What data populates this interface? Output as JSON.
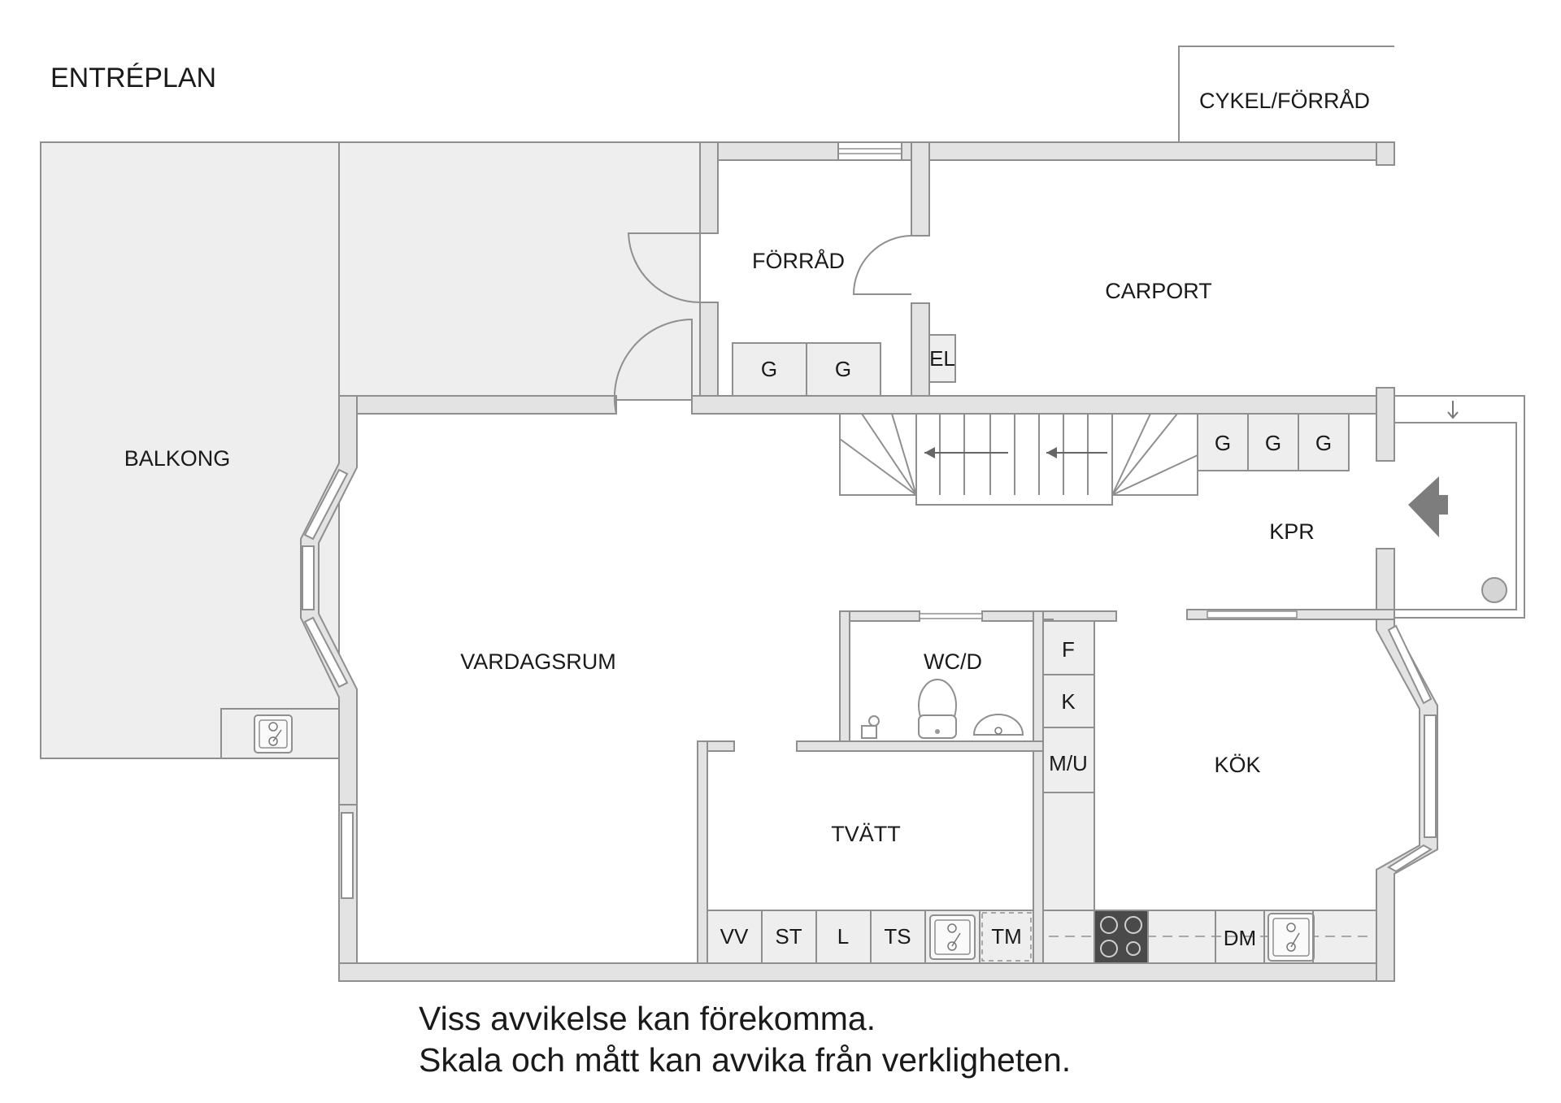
{
  "plan": {
    "title": "ENTRÉPLAN",
    "rooms": {
      "cykel_forrad": "CYKEL/FÖRRÅD",
      "forrad": "FÖRRÅD",
      "carport": "CARPORT",
      "balkong": "BALKONG",
      "kpr": "KPR",
      "vardagsrum": "VARDAGSRUM",
      "wc_d": "WC/D",
      "kok": "KÖK",
      "tvatt": "TVÄTT"
    },
    "fixtures": {
      "el": "EL",
      "forrad_g1": "G",
      "forrad_g2": "G",
      "hall_g1": "G",
      "hall_g2": "G",
      "hall_g3": "G",
      "kok_f": "F",
      "kok_k": "K",
      "kok_mu": "M/U",
      "kok_dm": "DM",
      "tvatt_vv": "VV",
      "tvatt_st": "ST",
      "tvatt_l": "L",
      "tvatt_ts": "TS",
      "tvatt_tm": "TM"
    },
    "notes": {
      "line1": "Viss avvikelse kan förekomma.",
      "line2": "Skala och mått kan avvika från verkligheten."
    },
    "colors": {
      "wall_fill": "#e3e3e3",
      "wall_stroke": "#8f8f8f",
      "floor_area": "#eeeeee"
    }
  }
}
